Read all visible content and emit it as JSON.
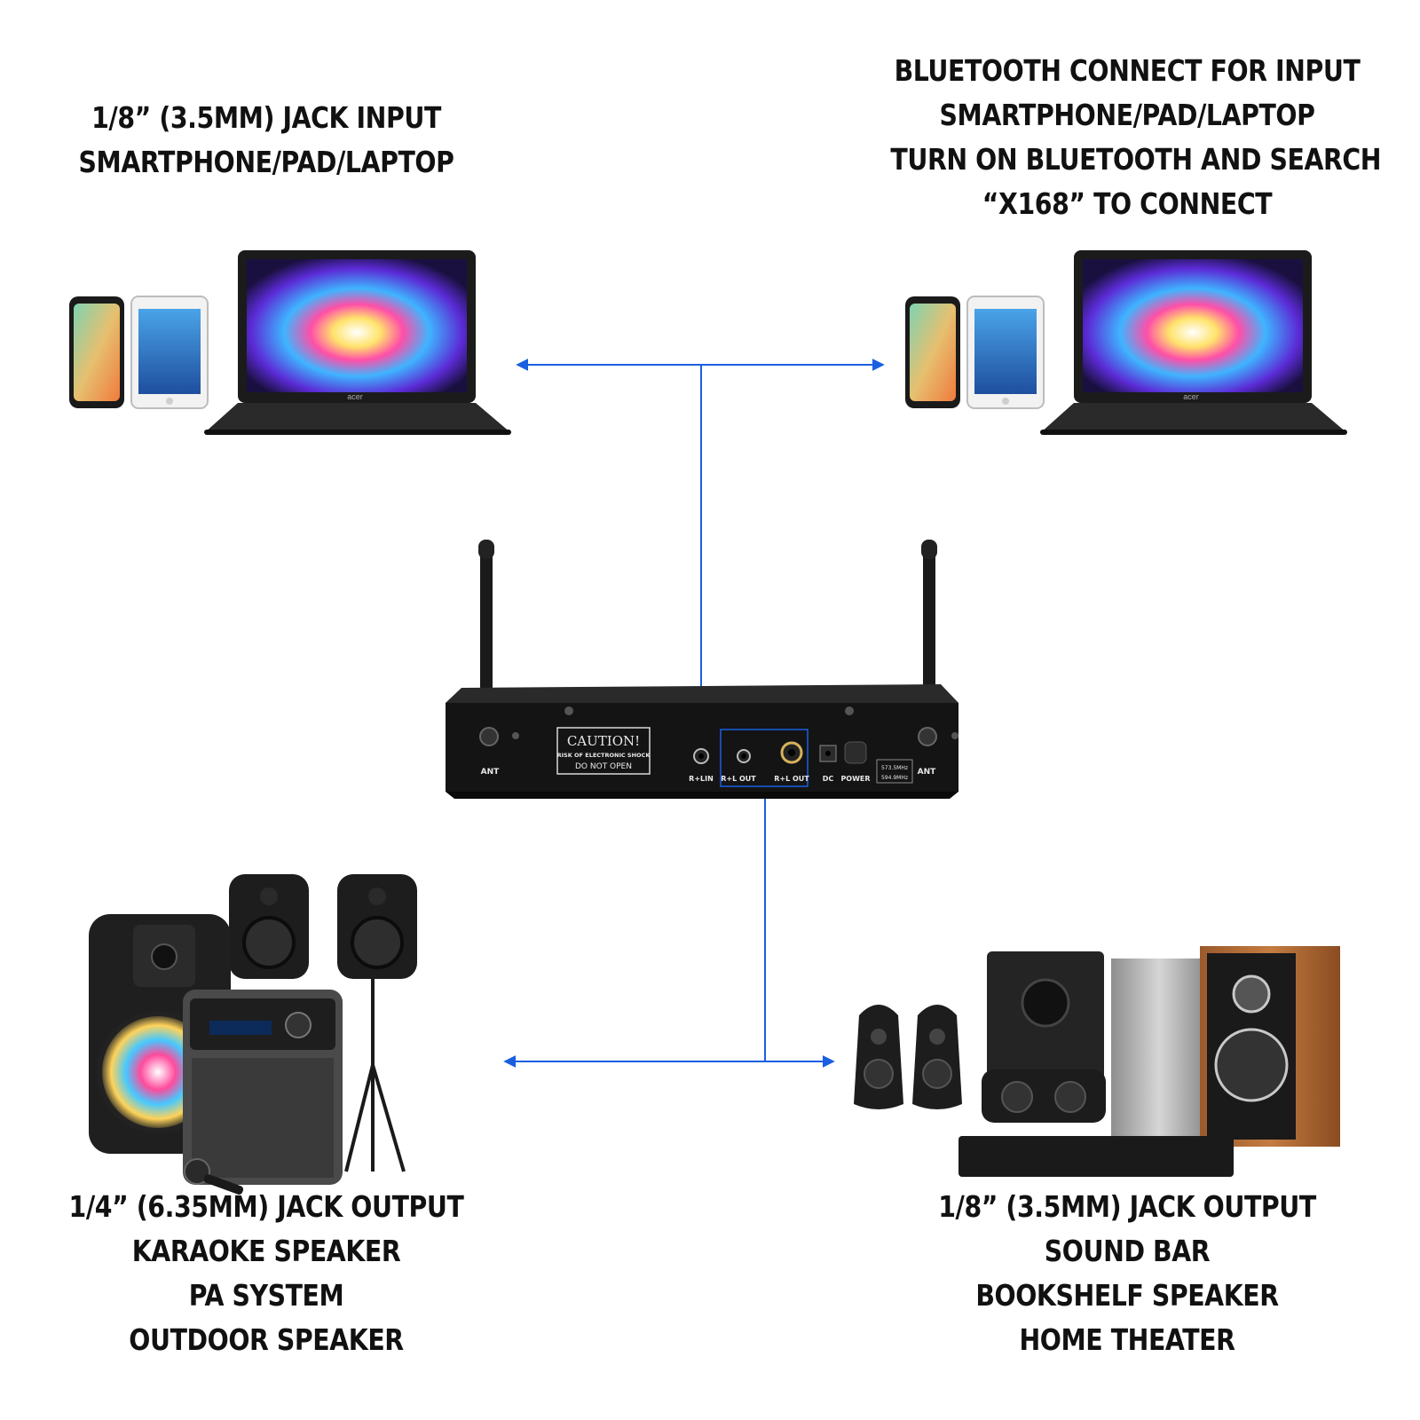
{
  "captions": {
    "top_left": [
      "1/8” (3.5MM) JACK INPUT",
      "SMARTPHONE/PAD/LAPTOP"
    ],
    "top_right": [
      "BLUETOOTH CONNECT FOR INPUT",
      "SMARTPHONE/PAD/LAPTOP",
      "TURN ON BLUETOOTH AND SEARCH",
      "“X168” TO CONNECT"
    ],
    "bottom_left": [
      "1/4” (6.35MM) JACK OUTPUT",
      "KARAOKE SPEAKER",
      "PA SYSTEM",
      "OUTDOOR SPEAKER"
    ],
    "bottom_right": [
      "1/8” (3.5MM) JACK OUTPUT",
      "SOUND BAR",
      "BOOKSHELF SPEAKER",
      "HOME THEATER"
    ]
  },
  "receiver": {
    "caution_title": "CAUTION!",
    "caution_line1": "RISK OF ELECTRONIC SHOCK",
    "caution_line2": "DO NOT OPEN",
    "ant_left": "ANT",
    "ant_right": "ANT",
    "port_rlin": "R+LIN",
    "port_rlout_1": "R+L OUT",
    "port_rlout_2": "R+L OUT",
    "port_dc": "DC",
    "port_power": "POWER",
    "freq_1": "573.5MHz",
    "freq_2": "594.9MHz"
  },
  "laptop_brand": "acer",
  "colors": {
    "arrow": "#1a5fe0",
    "receiver_body": "#141414",
    "text": "#111111"
  }
}
